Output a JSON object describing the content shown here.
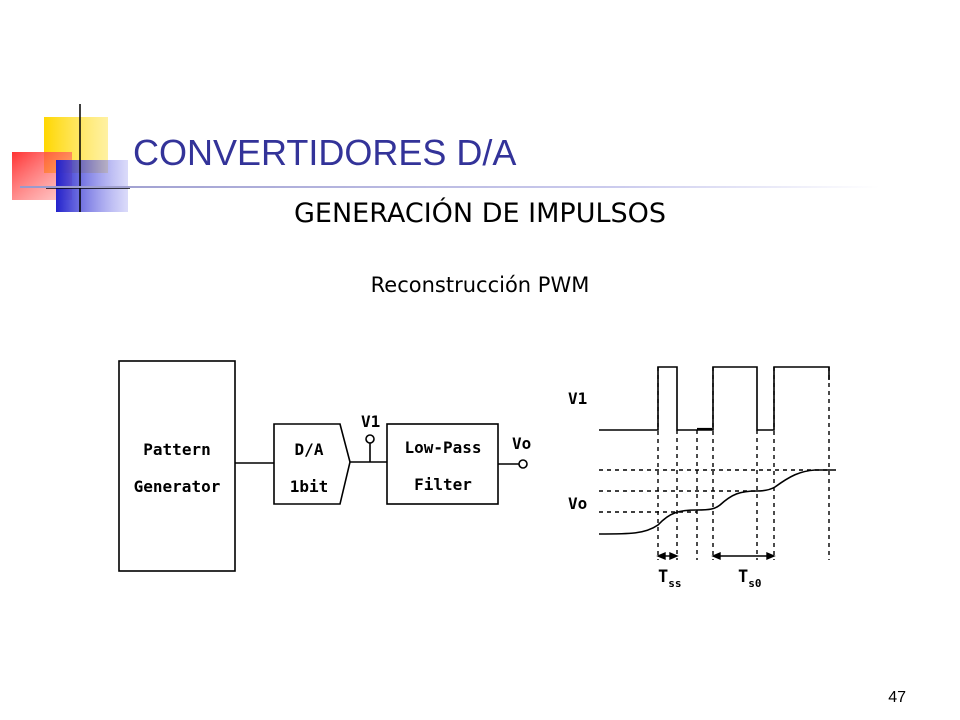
{
  "slide": {
    "title": "CONVERTIDORES D/A",
    "subtitle": "GENERACIÓN DE IMPULSOS",
    "section": "Reconstrucción  PWM",
    "page_number": "47"
  },
  "diagram": {
    "blocks": {
      "pattern_line1": "Pattern",
      "pattern_line2": "Generator",
      "dac_line1": "D/A",
      "dac_line2": "1bit",
      "filter_line1": "Low-Pass",
      "filter_line2": "Filter"
    },
    "nodes": {
      "v1": "V1",
      "vo": "Vo"
    },
    "timing": {
      "v1_label": "V1",
      "vo_label": "Vo",
      "tss_main": "T",
      "tss_sub": "ss",
      "ts0_main": "T",
      "ts0_sub": "s0"
    }
  },
  "colors": {
    "title": "#333399",
    "deco_yellow": "#FFD700",
    "deco_red": "#FF3333",
    "deco_blue": "#3333CC"
  }
}
